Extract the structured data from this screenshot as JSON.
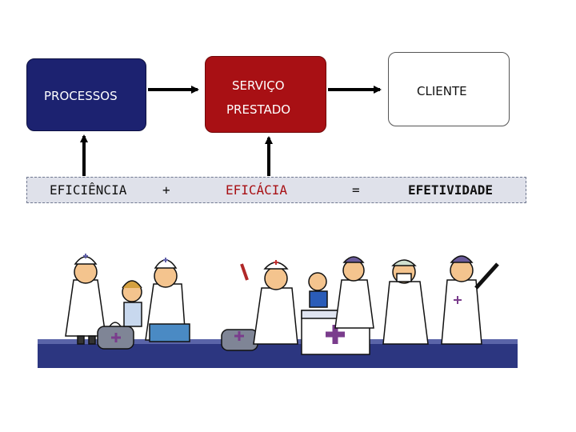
{
  "boxes": {
    "processos": "PROCESSOS",
    "servico_line1": "SERVIÇO",
    "servico_line2": "PRESTADO",
    "cliente": "CLIENTE"
  },
  "equation": {
    "term1": "EFICIÊNCIA",
    "plus": "+",
    "term2": "EFICÁCIA",
    "equals": "=",
    "result": "EFETIVIDADE"
  },
  "colors": {
    "processos_fill": "#1c2270",
    "servico_fill": "#a81014",
    "eficacia_text": "#a81014",
    "floor": "#2c3680"
  },
  "illustration": "cartoon medical team (doctors and nurses with medical bags)"
}
